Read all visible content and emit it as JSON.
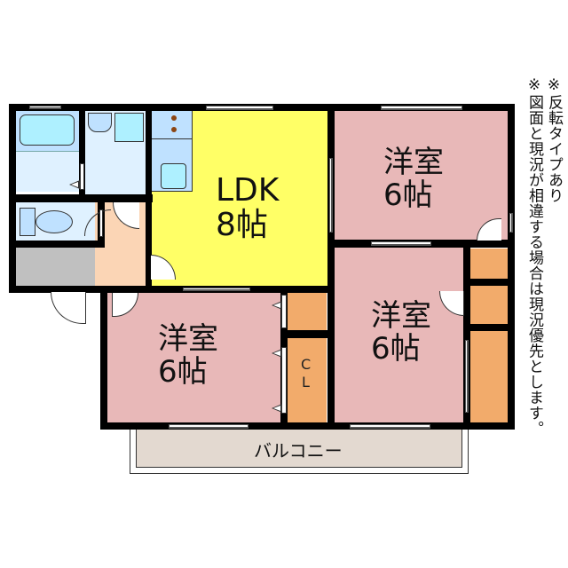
{
  "notes": {
    "line1": "※反転タイプあり",
    "line2": "※図面と現況が相違する場合は現況優先とします。"
  },
  "rooms": {
    "ldk": {
      "name": "LDK",
      "size": "8帖"
    },
    "western_top_right": {
      "name": "洋室",
      "size": "6帖"
    },
    "western_bottom_right": {
      "name": "洋室",
      "size": "6帖"
    },
    "western_bottom_left": {
      "name": "洋室",
      "size": "6帖"
    },
    "closet": {
      "label_c": "C",
      "label_l": "L"
    },
    "balcony": {
      "name": "バルコニー"
    }
  },
  "colors": {
    "wall": "#000000",
    "ldk": "#ffff66",
    "western": "#e8b8b8",
    "water": "#dff1ff",
    "fixture": "#aef0ff",
    "kitchen": "#bfe1ff",
    "entry": "#fbd5b5",
    "storage_gray": "#c0c0c0",
    "closet": "#f2ab6b",
    "balcony": "#e3d9d0"
  }
}
